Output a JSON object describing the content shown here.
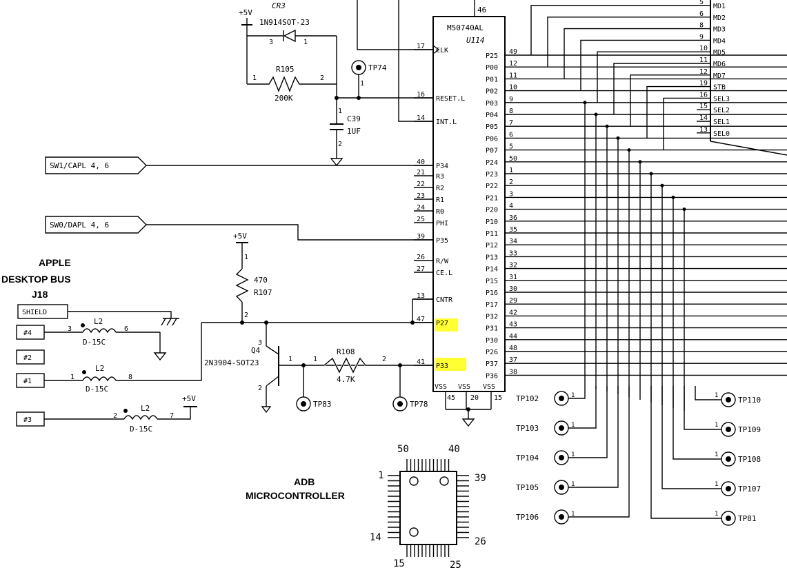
{
  "components": {
    "ic": {
      "part": "M50740AL",
      "ref": "U114"
    },
    "diode": {
      "ref": "CR3",
      "part": "1N914SOT-23"
    },
    "r105": {
      "ref": "R105",
      "value": "200K"
    },
    "c39": {
      "ref": "C39",
      "value": "1UF"
    },
    "r107": {
      "ref": "R107",
      "value": "470"
    },
    "r108": {
      "ref": "R108",
      "value": "4.7K"
    },
    "q4": {
      "ref": "Q4",
      "part": "2N3904-SOT23"
    },
    "l2_label": "L2",
    "l2_part": "D-15C",
    "supply": "+5V"
  },
  "connector": {
    "title_line1": "APPLE",
    "title_line2": "DESKTOP BUS",
    "ref": "J18",
    "shield": "SHIELD",
    "pins": [
      "#4",
      "#2",
      "#1",
      "#3"
    ]
  },
  "offpage": {
    "sw1": "SW1/CAPL 4, 6",
    "sw0": "SW0/DAPL 4, 6"
  },
  "ic_left_pins": [
    {
      "num": "17",
      "name": "CLK"
    },
    {
      "num": "16",
      "name": "RESET.L"
    },
    {
      "num": "14",
      "name": "INT.L"
    },
    {
      "num": "40",
      "name": "P34"
    },
    {
      "num": "21",
      "name": "R3"
    },
    {
      "num": "22",
      "name": "R2"
    },
    {
      "num": "23",
      "name": "R1"
    },
    {
      "num": "24",
      "name": "R0"
    },
    {
      "num": "25",
      "name": "PHI"
    },
    {
      "num": "39",
      "name": "P35"
    },
    {
      "num": "26",
      "name": "R/W"
    },
    {
      "num": "27",
      "name": "CE.L"
    },
    {
      "num": "13",
      "name": "CNTR"
    },
    {
      "num": "47",
      "name": "P27"
    },
    {
      "num": "41",
      "name": "P33"
    }
  ],
  "ic_right_pins": [
    {
      "num": "49",
      "name": "P25"
    },
    {
      "num": "12",
      "name": "P00"
    },
    {
      "num": "11",
      "name": "P01"
    },
    {
      "num": "10",
      "name": "P02"
    },
    {
      "num": "9",
      "name": "P03"
    },
    {
      "num": "8",
      "name": "P04"
    },
    {
      "num": "7",
      "name": "P05"
    },
    {
      "num": "6",
      "name": "P06"
    },
    {
      "num": "5",
      "name": "P07"
    },
    {
      "num": "50",
      "name": "P24"
    },
    {
      "num": "1",
      "name": "P23"
    },
    {
      "num": "2",
      "name": "P22"
    },
    {
      "num": "3",
      "name": "P21"
    },
    {
      "num": "4",
      "name": "P20"
    },
    {
      "num": "36",
      "name": "P10"
    },
    {
      "num": "35",
      "name": "P11"
    },
    {
      "num": "34",
      "name": "P12"
    },
    {
      "num": "33",
      "name": "P13"
    },
    {
      "num": "32",
      "name": "P14"
    },
    {
      "num": "31",
      "name": "P15"
    },
    {
      "num": "30",
      "name": "P16"
    },
    {
      "num": "29",
      "name": "P17"
    },
    {
      "num": "42",
      "name": "P32"
    },
    {
      "num": "43",
      "name": "P31"
    },
    {
      "num": "44",
      "name": "P30"
    },
    {
      "num": "48",
      "name": "P26"
    },
    {
      "num": "37",
      "name": "P37"
    },
    {
      "num": "38",
      "name": "P36"
    }
  ],
  "ic_bottom": {
    "vss": "VSS",
    "pins": [
      "45",
      "20",
      "15"
    ],
    "top_pin": "46"
  },
  "md_bus": [
    {
      "num": "5",
      "name": "MD1"
    },
    {
      "num": "6",
      "name": "MD2"
    },
    {
      "num": "8",
      "name": "MD3"
    },
    {
      "num": "9",
      "name": "MD4"
    },
    {
      "num": "10",
      "name": "MD5"
    },
    {
      "num": "11",
      "name": "MD6"
    },
    {
      "num": "12",
      "name": "MD7"
    },
    {
      "num": "19",
      "name": "STB"
    },
    {
      "num": "16",
      "name": "SEL3"
    },
    {
      "num": "15",
      "name": "SEL2"
    },
    {
      "num": "14",
      "name": "SEL1"
    },
    {
      "num": "13",
      "name": "SEL0"
    }
  ],
  "testpoints": {
    "left": [
      "TP102",
      "TP103",
      "TP104",
      "TP105",
      "TP106"
    ],
    "right": [
      "TP110",
      "TP109",
      "TP108",
      "TP107",
      "TP81"
    ],
    "misc": [
      "TP74",
      "TP83",
      "TP78"
    ]
  },
  "package": {
    "title_line1": "ADB",
    "title_line2": "MICROCONTROLLER",
    "pins": [
      "50",
      "40",
      "1",
      "39",
      "14",
      "26",
      "15",
      "25"
    ]
  },
  "labels": {
    "pin_one": "1",
    "pin_two": "2",
    "pin_three": "3",
    "pin_six": "6",
    "pin_seven": "7",
    "pin_eight": "8"
  },
  "highlight_color": "#ffff33"
}
